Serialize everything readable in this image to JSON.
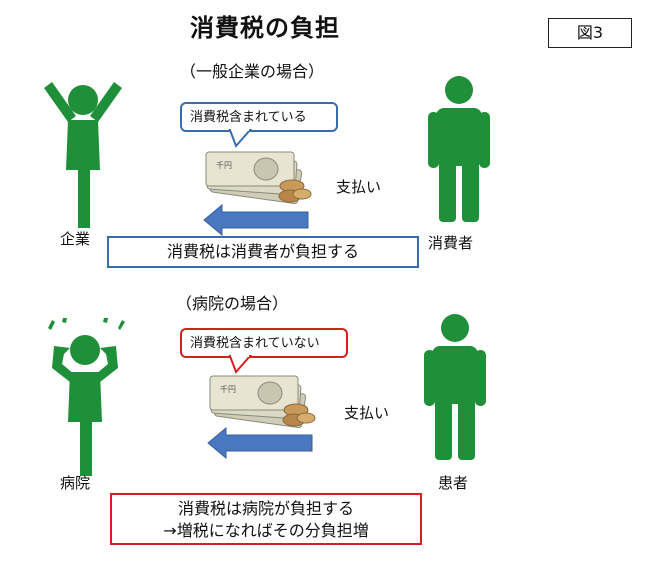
{
  "title": "消費税の負担",
  "figure_label": "図3",
  "colors": {
    "person_green": "#1f8f3a",
    "arrow_blue": "#4a78c0",
    "box_blue": "#3a6bb0",
    "alert_red": "#d42020"
  },
  "section1": {
    "subtitle": "（一般企業の場合）",
    "speech": "消費税含まれている",
    "payment": "支払い",
    "left_label": "企業",
    "right_label": "消費者",
    "summary": "消費税は消費者が負担する"
  },
  "section2": {
    "subtitle": "（病院の場合）",
    "speech": "消費税含まれていない",
    "payment": "支払い",
    "left_label": "病院",
    "right_label": "患者",
    "summary_line1": "消費税は病院が負担する",
    "summary_line2": "→増税になればその分負担増"
  }
}
